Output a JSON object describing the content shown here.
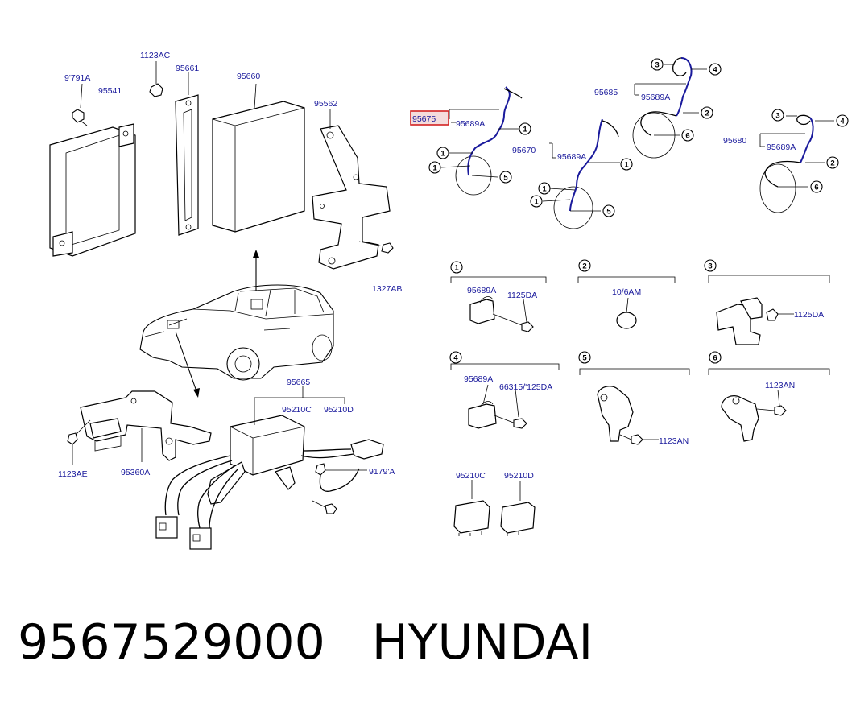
{
  "labels": {
    "p9791A_top": "9'791A",
    "p1123AC": "1123AC",
    "p95541": "95541",
    "p95661": "95661",
    "p95660": "95660",
    "p95562": "95562",
    "p1327AB": "1327AB",
    "p95675": "95675",
    "p95689A_a": "95689A",
    "p95670": "95670",
    "p95689A_b": "95689A",
    "p95685": "95685",
    "p95689A_c": "95689A",
    "p95680": "95680",
    "p95689A_d": "95689A",
    "p95665": "95665",
    "p95210C_main": "95210C",
    "p95210D_main": "95210D",
    "p9791A_bottom": "9179'A",
    "p1123AE": "1123AE",
    "p95360A": "95360A",
    "d1_part": "95689A",
    "d1_bolt": "1125DA",
    "d2_part": "10/6AM",
    "d3_bolt": "1125DA",
    "d4_part": "95689A",
    "d4_bolt": "66315/'125DA",
    "d5_bolt": "1123AN",
    "d6_bolt": "1123AN",
    "relay_c": "95210C",
    "relay_d": "95210D"
  },
  "callouts": [
    "1",
    "2",
    "3",
    "4",
    "5",
    "6"
  ],
  "footer": {
    "part_number": "9567529000",
    "brand": "HYUNDAI"
  },
  "colors": {
    "label_text": "#1a1a9c",
    "highlight_box": "#d22222",
    "highlight_fill": "#f4dcdc"
  }
}
